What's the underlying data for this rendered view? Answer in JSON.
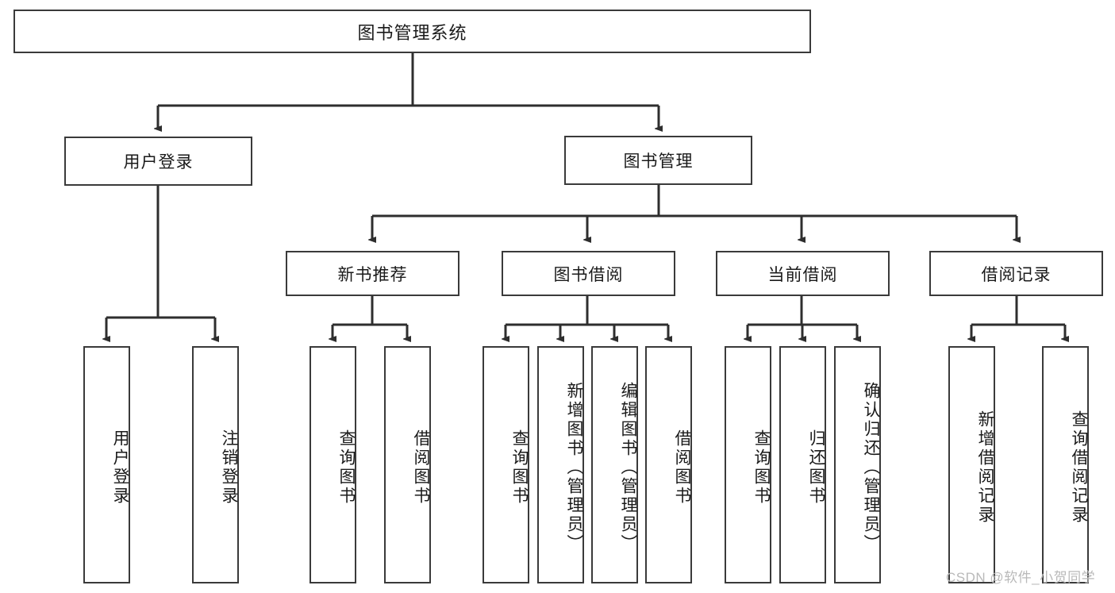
{
  "diagram": {
    "title": "图书管理系统",
    "type": "hierarchy-tree",
    "watermark": "CSDN @软件_小贺同学",
    "colors": {
      "box_border": "#3a3a3a",
      "box_fill": "#ffffff",
      "edge": "#2e2e2e",
      "text": "#1a1a1a",
      "watermark": "#b9b9b9",
      "background": "#ffffff"
    },
    "nodes": {
      "root": {
        "label": "图书管理系统"
      },
      "level2": [
        {
          "id": "user-login",
          "label": "用户登录"
        },
        {
          "id": "book-management",
          "label": "图书管理"
        }
      ],
      "level3": [
        {
          "id": "new-book-recommend",
          "label": "新书推荐"
        },
        {
          "id": "book-borrow",
          "label": "图书借阅"
        },
        {
          "id": "current-borrow",
          "label": "当前借阅"
        },
        {
          "id": "borrow-record",
          "label": "借阅记录"
        }
      ],
      "leaves": {
        "user_login": [
          {
            "id": "leaf-user-login",
            "label": "用户登录"
          },
          {
            "id": "leaf-user-logout",
            "label": "注销登录"
          }
        ],
        "new_book_recommend": [
          {
            "id": "leaf-query-book-1",
            "label": "查询图书"
          },
          {
            "id": "leaf-borrow-book-1",
            "label": "借阅图书"
          }
        ],
        "book_borrow": [
          {
            "id": "leaf-query-book-2",
            "label": "查询图书"
          },
          {
            "id": "leaf-add-book",
            "label": "新增图书（管理员）"
          },
          {
            "id": "leaf-edit-book",
            "label": "编辑图书（管理员）"
          },
          {
            "id": "leaf-borrow-book-2",
            "label": "借阅图书"
          }
        ],
        "current_borrow": [
          {
            "id": "leaf-query-book-3",
            "label": "查询图书"
          },
          {
            "id": "leaf-return-book",
            "label": "归还图书"
          },
          {
            "id": "leaf-confirm-return",
            "label": "确认归还（管理员）"
          }
        ],
        "borrow_record": [
          {
            "id": "leaf-add-record",
            "label": "新增借阅记录"
          },
          {
            "id": "leaf-query-record",
            "label": "查询借阅记录"
          }
        ]
      }
    }
  }
}
